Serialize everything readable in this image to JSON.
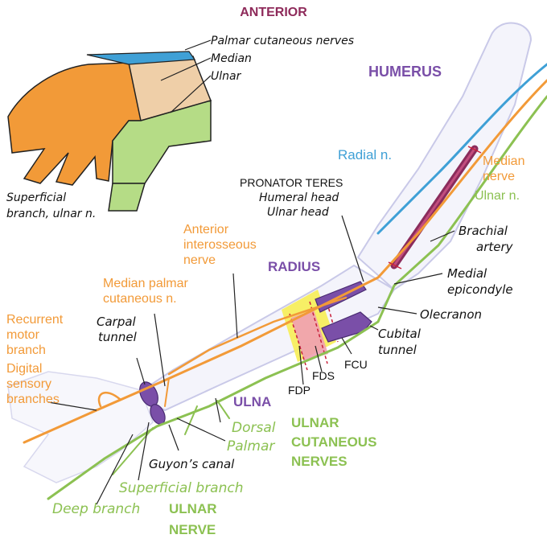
{
  "colors": {
    "median": "#f29a38",
    "ulnar": "#8cc152",
    "radial": "#3fa0d6",
    "purple": "#7a4fa8",
    "artery": "#8b2c5c",
    "header": "#8e2a5a",
    "bone": "#c9c9e8",
    "yellow": "#f7ee55",
    "pink": "#ef9fb2"
  },
  "header": {
    "title": "ANTERIOR"
  },
  "inset": {
    "palmar_cutaneous": "Palmar cutaneous nerves",
    "median": "Median",
    "ulnar": "Ulnar",
    "superficial_1": "Superficial",
    "superficial_2": "branch, ulnar n."
  },
  "bones": {
    "humerus": "HUMERUS",
    "radius": "RADIUS",
    "ulna": "ULNA"
  },
  "nerves": {
    "radial": "Radial n.",
    "median_1": "Median",
    "median_2": "nerve",
    "ulnar": "Ulnar n.",
    "brachial_1": "Brachial",
    "brachial_2": "artery",
    "medial_epi_1": "Medial",
    "medial_epi_2": "epicondyle",
    "olecranon": "Olecranon",
    "cubital_1": "Cubital",
    "cubital_2": "tunnel",
    "pronator": "PRONATOR TERES",
    "humeral_head": "Humeral head",
    "ulnar_head": "Ulnar head",
    "ant_inter_1": "Anterior",
    "ant_inter_2": "interosseous",
    "ant_inter_3": "nerve",
    "median_palmar_1": "Median palmar",
    "median_palmar_2": "cutaneous n.",
    "recurrent_1": "Recurrent",
    "recurrent_2": "motor",
    "recurrent_3": "branch",
    "digital_1": "Digital",
    "digital_2": "sensory",
    "digital_3": "branches",
    "carpal_1": "Carpal",
    "carpal_2": "tunnel",
    "fds": "FDS",
    "fdp": "FDP",
    "fcu": "FCU",
    "dorsal": "Dorsal",
    "palmar": "Palmar",
    "ulnar_cut_1": "ULNAR",
    "ulnar_cut_2": "CUTANEOUS",
    "ulnar_cut_3": "NERVES",
    "guyon": "Guyon’s canal",
    "superficial_branch": "Superficial branch",
    "deep_branch": "Deep branch",
    "ulnar_nerve_1": "ULNAR",
    "ulnar_nerve_2": "NERVE"
  }
}
